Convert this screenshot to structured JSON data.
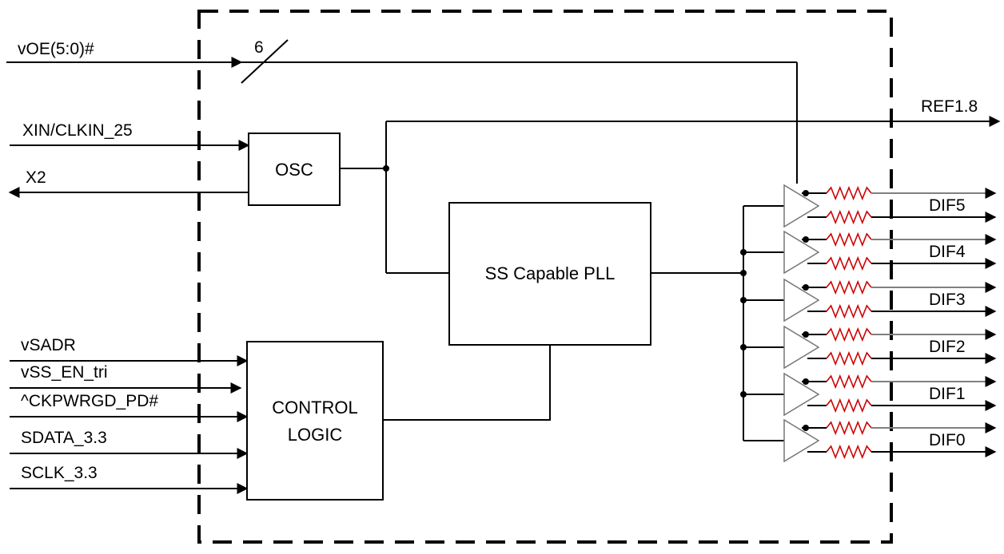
{
  "inputs": {
    "voe": "vOE(5:0)#",
    "bus_width": "6",
    "xin": "XIN/CLKIN_25",
    "x2": "X2",
    "vsadr": "vSADR",
    "vss_en": "vSS_EN_tri",
    "ckpwrgd": "^CKPWRGD_PD#",
    "sdata": "SDATA_3.3",
    "sclk": "SCLK_3.3"
  },
  "blocks": {
    "osc": "OSC",
    "pll": "SS Capable PLL",
    "control_line1": "CONTROL",
    "control_line2": "LOGIC"
  },
  "outputs": {
    "ref": "REF1.8",
    "dif": [
      "DIF5",
      "DIF4",
      "DIF3",
      "DIF2",
      "DIF1",
      "DIF0"
    ]
  }
}
